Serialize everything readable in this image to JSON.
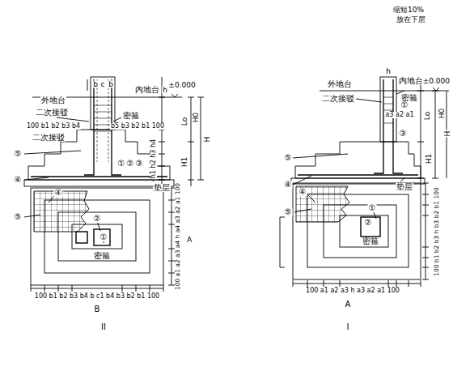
{
  "diagram": {
    "labels": [
      "缩短10%",
      "放在下层",
      "b",
      "c",
      "b",
      "内地台",
      "±0.000",
      "外地台",
      "二次接驳",
      "密箍",
      "100 b1 b2 b3 b4",
      "b5 b3 b2 b1 100",
      "二次接驳",
      "h",
      "H0",
      "Lo",
      "H",
      "H1",
      "h1 h2 h3 h4",
      "①",
      "②",
      "③",
      "⑤",
      "④",
      "垫层",
      "④",
      "⑤",
      "②",
      "①",
      "密箍",
      "100 a1 a2 a3 a4 h a4 a3 a2 a1 100",
      "A",
      "100 b1 b2 b3 b4 b c1 b4 b3 b2 b1 100",
      "B",
      "II",
      "h",
      "内地台",
      "±0.000",
      "外地台",
      "密箍",
      "二次接驳",
      "a3 a2 a1",
      "Lo",
      "H0",
      "H",
      "H1",
      "⑤",
      "④",
      "①",
      "③",
      "垫层",
      "④",
      "⑤",
      "①",
      "②",
      "密箍",
      "100 b1 b2 b3 h b3 b2 b1 100",
      "100 a1 a2 a3 h a3 a2 a1 100",
      "A",
      "I"
    ]
  }
}
